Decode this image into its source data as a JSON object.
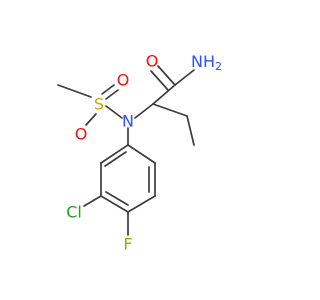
{
  "molecule": {
    "atoms": {
      "o_carbonyl": {
        "label": "O",
        "color": "#ff0d0d"
      },
      "nh2": {
        "label": "NH",
        "sub": "2",
        "color": "#3050f8"
      },
      "o_s_top": {
        "label": "O",
        "color": "#ff0d0d"
      },
      "o_s_bottom": {
        "label": "O",
        "color": "#ff0d0d"
      },
      "sulfur": {
        "label": "S",
        "color": "#c8a800"
      },
      "n_sulfonamide": {
        "label": "N",
        "color": "#3050f8"
      },
      "chlorine": {
        "label": "Cl",
        "color": "#1fa01f"
      },
      "fluorine": {
        "label": "F",
        "color": "#7fb800"
      }
    },
    "bond_color": "#3c3c3c"
  }
}
